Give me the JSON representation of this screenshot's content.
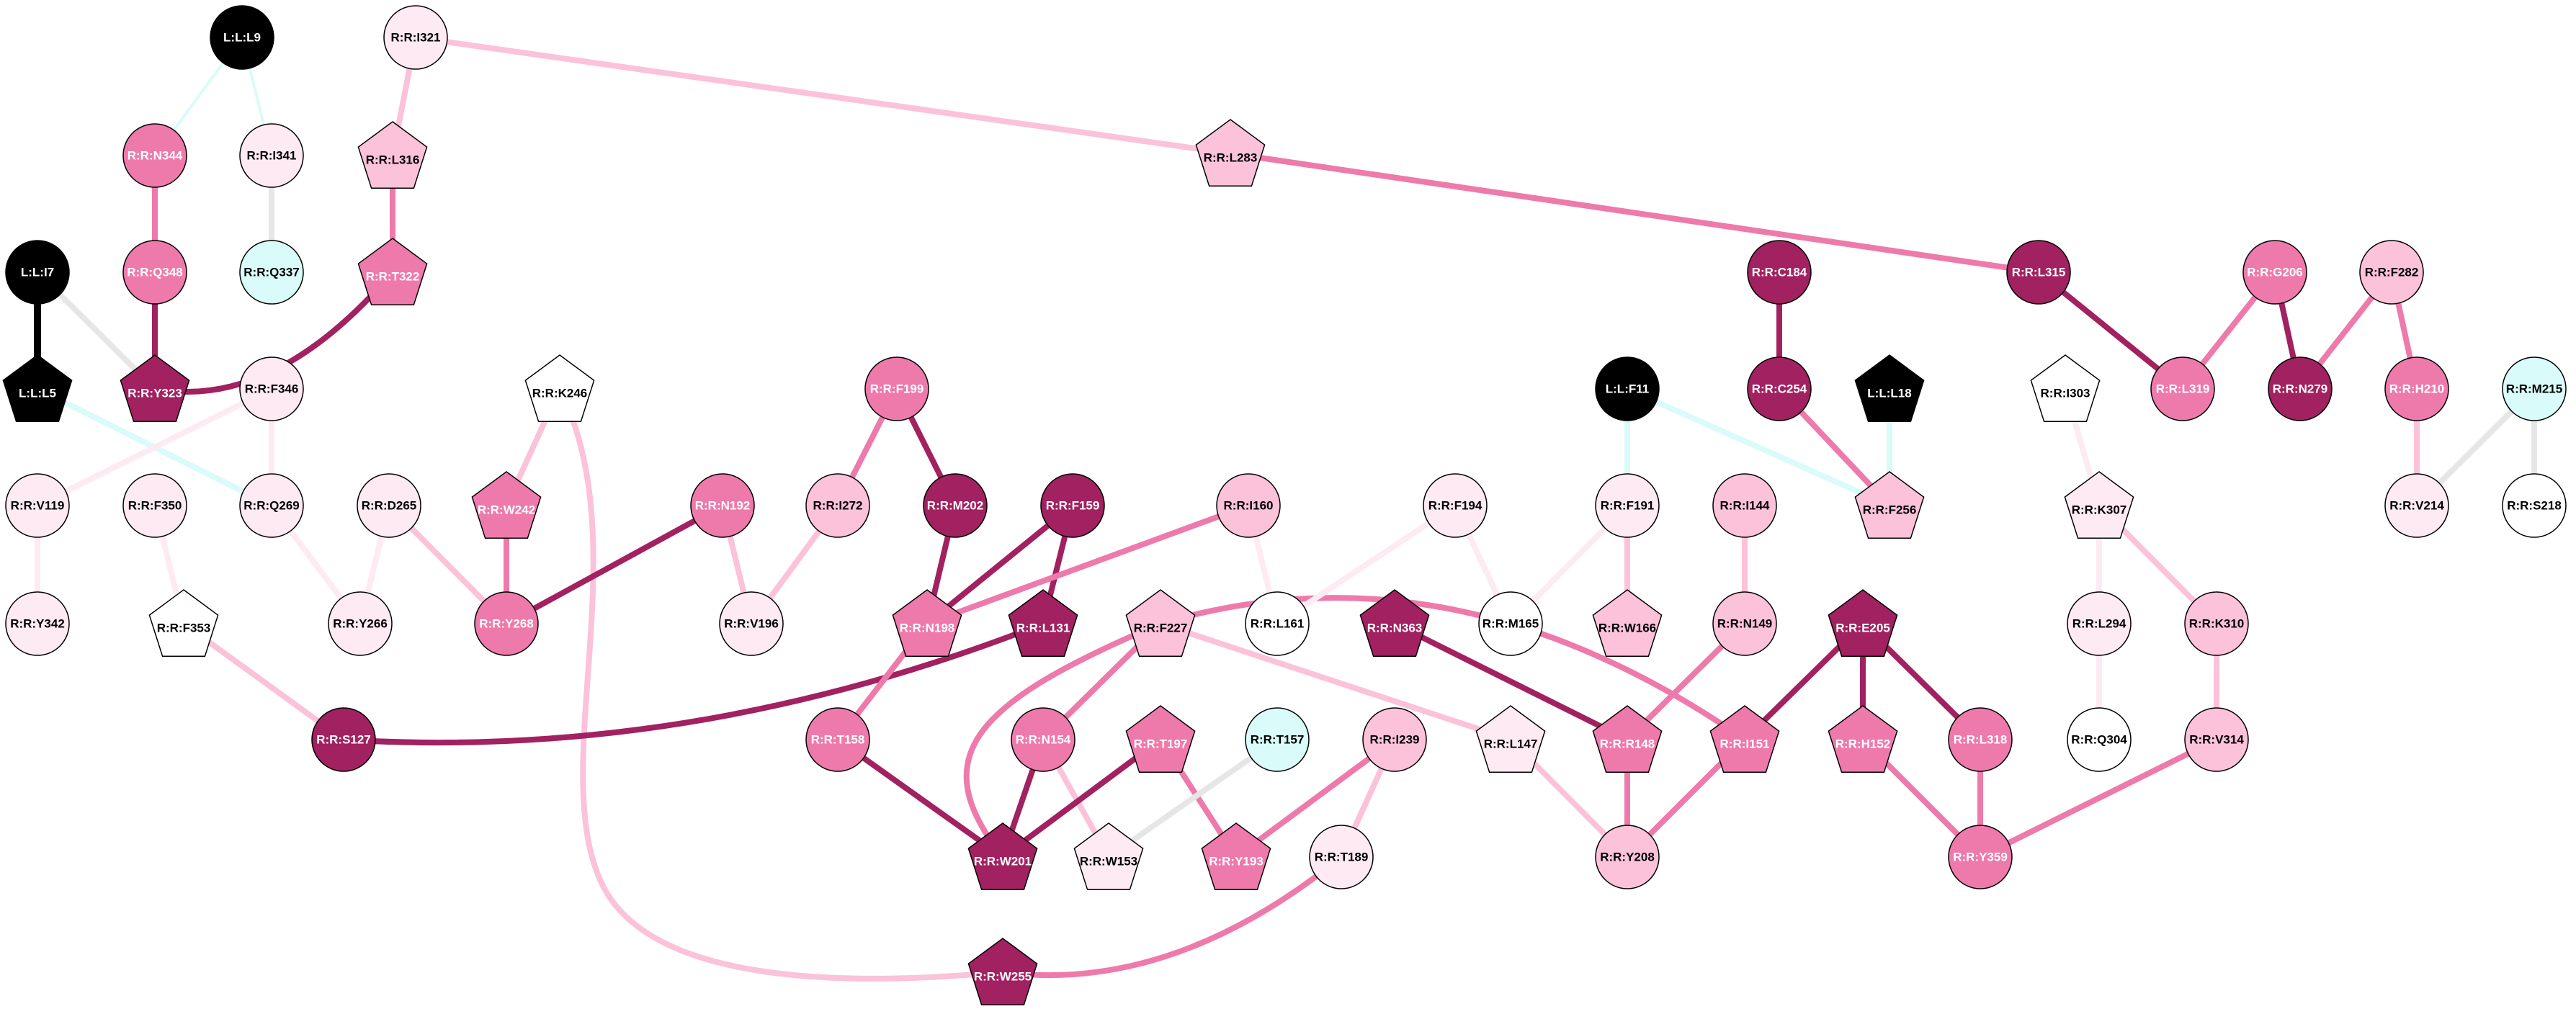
{
  "colors": {
    "black": "#000000",
    "deep": "#a22160",
    "strong": "#ee7aab",
    "medium": "#fbc2da",
    "light": "#fdeaf2",
    "white": "#ffffff",
    "cyan": "#d9fbf9",
    "edge_gray": "#e6e6e6",
    "edge_cyan": "#d9fbf9"
  },
  "nodes": [
    {
      "id": "L:L:L9",
      "label": "L:L:L9",
      "shape": "circle",
      "fill": "black"
    },
    {
      "id": "R:R:I321",
      "label": "R:R:I321",
      "shape": "circle",
      "fill": "light"
    },
    {
      "id": "R:R:N344",
      "label": "R:R:N344",
      "shape": "circle",
      "fill": "strong"
    },
    {
      "id": "R:R:I341",
      "label": "R:R:I341",
      "shape": "circle",
      "fill": "light"
    },
    {
      "id": "R:R:L316",
      "label": "R:R:L316",
      "shape": "pentagon",
      "fill": "medium"
    },
    {
      "id": "R:R:L283",
      "label": "R:R:L283",
      "shape": "pentagon",
      "fill": "medium"
    },
    {
      "id": "R:R:Q348",
      "label": "R:R:Q348",
      "shape": "circle",
      "fill": "strong"
    },
    {
      "id": "R:R:Q337",
      "label": "R:R:Q337",
      "shape": "circle",
      "fill": "cyan"
    },
    {
      "id": "R:R:T322",
      "label": "R:R:T322",
      "shape": "pentagon",
      "fill": "strong"
    },
    {
      "id": "L:L:I7",
      "label": "L:L:I7",
      "shape": "circle",
      "fill": "black"
    },
    {
      "id": "R:R:C184",
      "label": "R:R:C184",
      "shape": "circle",
      "fill": "deep"
    },
    {
      "id": "R:R:L315",
      "label": "R:R:L315",
      "shape": "circle",
      "fill": "deep"
    },
    {
      "id": "R:R:G206",
      "label": "R:R:G206",
      "shape": "circle",
      "fill": "strong"
    },
    {
      "id": "R:R:F282",
      "label": "R:R:F282",
      "shape": "circle",
      "fill": "medium"
    },
    {
      "id": "L:L:L5",
      "label": "L:L:L5",
      "shape": "pentagon",
      "fill": "black"
    },
    {
      "id": "R:R:Y323",
      "label": "R:R:Y323",
      "shape": "pentagon",
      "fill": "deep"
    },
    {
      "id": "R:R:F346",
      "label": "R:R:F346",
      "shape": "circle",
      "fill": "light"
    },
    {
      "id": "R:R:K246",
      "label": "R:R:K246",
      "shape": "pentagon",
      "fill": "white"
    },
    {
      "id": "R:R:F199",
      "label": "R:R:F199",
      "shape": "circle",
      "fill": "strong"
    },
    {
      "id": "L:L:F11",
      "label": "L:L:F11",
      "shape": "circle",
      "fill": "black"
    },
    {
      "id": "R:R:C254",
      "label": "R:R:C254",
      "shape": "circle",
      "fill": "deep"
    },
    {
      "id": "L:L:L18",
      "label": "L:L:L18",
      "shape": "pentagon",
      "fill": "black"
    },
    {
      "id": "R:R:I303",
      "label": "R:R:I303",
      "shape": "pentagon",
      "fill": "white"
    },
    {
      "id": "R:R:L319",
      "label": "R:R:L319",
      "shape": "circle",
      "fill": "strong"
    },
    {
      "id": "R:R:N279",
      "label": "R:R:N279",
      "shape": "circle",
      "fill": "deep"
    },
    {
      "id": "R:R:H210",
      "label": "R:R:H210",
      "shape": "circle",
      "fill": "strong"
    },
    {
      "id": "R:R:M215",
      "label": "R:R:M215",
      "shape": "circle",
      "fill": "cyan"
    },
    {
      "id": "R:R:V119",
      "label": "R:R:V119",
      "shape": "circle",
      "fill": "light"
    },
    {
      "id": "R:R:F350",
      "label": "R:R:F350",
      "shape": "circle",
      "fill": "light"
    },
    {
      "id": "R:R:Q269",
      "label": "R:R:Q269",
      "shape": "circle",
      "fill": "light"
    },
    {
      "id": "R:R:D265",
      "label": "R:R:D265",
      "shape": "circle",
      "fill": "light"
    },
    {
      "id": "R:R:W242",
      "label": "R:R:W242",
      "shape": "pentagon",
      "fill": "strong"
    },
    {
      "id": "R:R:N192",
      "label": "R:R:N192",
      "shape": "circle",
      "fill": "strong"
    },
    {
      "id": "R:R:I272",
      "label": "R:R:I272",
      "shape": "circle",
      "fill": "medium"
    },
    {
      "id": "R:R:M202",
      "label": "R:R:M202",
      "shape": "circle",
      "fill": "deep"
    },
    {
      "id": "R:R:F159",
      "label": "R:R:F159",
      "shape": "circle",
      "fill": "deep"
    },
    {
      "id": "R:R:I160",
      "label": "R:R:I160",
      "shape": "circle",
      "fill": "medium"
    },
    {
      "id": "R:R:F194",
      "label": "R:R:F194",
      "shape": "circle",
      "fill": "light"
    },
    {
      "id": "R:R:F191",
      "label": "R:R:F191",
      "shape": "circle",
      "fill": "light"
    },
    {
      "id": "R:R:I144",
      "label": "R:R:I144",
      "shape": "circle",
      "fill": "medium"
    },
    {
      "id": "R:R:F256",
      "label": "R:R:F256",
      "shape": "pentagon",
      "fill": "medium"
    },
    {
      "id": "R:R:K307",
      "label": "R:R:K307",
      "shape": "pentagon",
      "fill": "light"
    },
    {
      "id": "R:R:V214",
      "label": "R:R:V214",
      "shape": "circle",
      "fill": "light"
    },
    {
      "id": "R:R:S218",
      "label": "R:R:S218",
      "shape": "circle",
      "fill": "white"
    },
    {
      "id": "R:R:Y342",
      "label": "R:R:Y342",
      "shape": "circle",
      "fill": "light"
    },
    {
      "id": "R:R:F353",
      "label": "R:R:F353",
      "shape": "pentagon",
      "fill": "white"
    },
    {
      "id": "R:R:Y266",
      "label": "R:R:Y266",
      "shape": "circle",
      "fill": "light"
    },
    {
      "id": "R:R:Y268",
      "label": "R:R:Y268",
      "shape": "circle",
      "fill": "strong"
    },
    {
      "id": "R:R:V196",
      "label": "R:R:V196",
      "shape": "circle",
      "fill": "light"
    },
    {
      "id": "R:R:N198",
      "label": "R:R:N198",
      "shape": "pentagon",
      "fill": "strong"
    },
    {
      "id": "R:R:L131",
      "label": "R:R:L131",
      "shape": "pentagon",
      "fill": "deep"
    },
    {
      "id": "R:R:L161",
      "label": "R:R:L161",
      "shape": "circle",
      "fill": "white"
    },
    {
      "id": "R:R:M165",
      "label": "R:R:M165",
      "shape": "circle",
      "fill": "white"
    },
    {
      "id": "R:R:W166",
      "label": "R:R:W166",
      "shape": "pentagon",
      "fill": "medium"
    },
    {
      "id": "R:R:N149",
      "label": "R:R:N149",
      "shape": "circle",
      "fill": "medium"
    },
    {
      "id": "R:R:N363",
      "label": "R:R:N363",
      "shape": "pentagon",
      "fill": "deep"
    },
    {
      "id": "R:R:E205",
      "label": "R:R:E205",
      "shape": "pentagon",
      "fill": "deep"
    },
    {
      "id": "R:R:L294",
      "label": "R:R:L294",
      "shape": "circle",
      "fill": "light"
    },
    {
      "id": "R:R:K310",
      "label": "R:R:K310",
      "shape": "circle",
      "fill": "medium"
    },
    {
      "id": "R:R:F227",
      "label": "R:R:F227",
      "shape": "pentagon",
      "fill": "medium"
    },
    {
      "id": "R:R:S127",
      "label": "R:R:S127",
      "shape": "circle",
      "fill": "deep"
    },
    {
      "id": "R:R:T158",
      "label": "R:R:T158",
      "shape": "circle",
      "fill": "strong"
    },
    {
      "id": "R:R:N154",
      "label": "R:R:N154",
      "shape": "circle",
      "fill": "strong"
    },
    {
      "id": "R:R:T197",
      "label": "R:R:T197",
      "shape": "pentagon",
      "fill": "strong"
    },
    {
      "id": "R:R:T157",
      "label": "R:R:T157",
      "shape": "circle",
      "fill": "cyan"
    },
    {
      "id": "R:R:I239",
      "label": "R:R:I239",
      "shape": "circle",
      "fill": "medium"
    },
    {
      "id": "R:R:L147",
      "label": "R:R:L147",
      "shape": "pentagon",
      "fill": "light"
    },
    {
      "id": "R:R:R148",
      "label": "R:R:R148",
      "shape": "pentagon",
      "fill": "strong"
    },
    {
      "id": "R:R:I151",
      "label": "R:R:I151",
      "shape": "pentagon",
      "fill": "strong"
    },
    {
      "id": "R:R:H152",
      "label": "R:R:H152",
      "shape": "pentagon",
      "fill": "strong"
    },
    {
      "id": "R:R:L318",
      "label": "R:R:L318",
      "shape": "circle",
      "fill": "strong"
    },
    {
      "id": "R:R:Q304",
      "label": "R:R:Q304",
      "shape": "circle",
      "fill": "white"
    },
    {
      "id": "R:R:V314",
      "label": "R:R:V314",
      "shape": "circle",
      "fill": "medium"
    },
    {
      "id": "R:R:W201",
      "label": "R:R:W201",
      "shape": "pentagon",
      "fill": "deep"
    },
    {
      "id": "R:R:W153",
      "label": "R:R:W153",
      "shape": "pentagon",
      "fill": "light"
    },
    {
      "id": "R:R:Y193",
      "label": "R:R:Y193",
      "shape": "pentagon",
      "fill": "strong"
    },
    {
      "id": "R:R:T189",
      "label": "R:R:T189",
      "shape": "circle",
      "fill": "light"
    },
    {
      "id": "R:R:Y208",
      "label": "R:R:Y208",
      "shape": "circle",
      "fill": "medium"
    },
    {
      "id": "R:R:Y359",
      "label": "R:R:Y359",
      "shape": "circle",
      "fill": "strong"
    },
    {
      "id": "R:R:W255",
      "label": "R:R:W255",
      "shape": "pentagon",
      "fill": "deep"
    }
  ],
  "edges": [
    {
      "source": "L:L:L9",
      "target": "R:R:N344",
      "color": "edge_cyan",
      "weight": "thin"
    },
    {
      "source": "L:L:L9",
      "target": "R:R:I341",
      "color": "edge_cyan",
      "weight": "thin"
    },
    {
      "source": "R:R:N344",
      "target": "R:R:Q348",
      "color": "strong",
      "weight": "thick"
    },
    {
      "source": "R:R:I341",
      "target": "R:R:Q337",
      "color": "edge_gray",
      "weight": "thick"
    },
    {
      "source": "R:R:I321",
      "target": "R:R:L316",
      "color": "medium",
      "weight": "thick"
    },
    {
      "source": "R:R:I321",
      "target": "R:R:L283",
      "color": "medium",
      "weight": "thick"
    },
    {
      "source": "R:R:L316",
      "target": "R:R:T322",
      "color": "strong",
      "weight": "thick"
    },
    {
      "source": "R:R:L283",
      "target": "R:R:L315",
      "color": "strong",
      "weight": "thick"
    },
    {
      "source": "R:R:Q348",
      "target": "R:R:Y323",
      "color": "deep",
      "weight": "thick"
    },
    {
      "source": "R:R:T322",
      "target": "R:R:Y323",
      "color": "deep",
      "weight": "thick",
      "curve": "down"
    },
    {
      "source": "L:L:I7",
      "target": "L:L:L5",
      "color": "black",
      "weight": "heavy"
    },
    {
      "source": "L:L:I7",
      "target": "R:R:Y323",
      "color": "edge_gray",
      "weight": "thick"
    },
    {
      "source": "L:L:L5",
      "target": "R:R:Q269",
      "color": "edge_cyan",
      "weight": "thick"
    },
    {
      "source": "R:R:F346",
      "target": "R:R:V119",
      "color": "light",
      "weight": "thick"
    },
    {
      "source": "R:R:F346",
      "target": "R:R:Q269",
      "color": "light",
      "weight": "thick"
    },
    {
      "source": "R:R:V119",
      "target": "R:R:Y342",
      "color": "light",
      "weight": "thick"
    },
    {
      "source": "R:R:F350",
      "target": "R:R:F353",
      "color": "light",
      "weight": "thick"
    },
    {
      "source": "R:R:F353",
      "target": "R:R:S127",
      "color": "medium",
      "weight": "thick"
    },
    {
      "source": "R:R:Q269",
      "target": "R:R:Y266",
      "color": "light",
      "weight": "thick"
    },
    {
      "source": "R:R:D265",
      "target": "R:R:Y266",
      "color": "light",
      "weight": "thick"
    },
    {
      "source": "R:R:D265",
      "target": "R:R:Y268",
      "color": "medium",
      "weight": "thick"
    },
    {
      "source": "R:R:K246",
      "target": "R:R:W242",
      "color": "medium",
      "weight": "thick"
    },
    {
      "source": "R:R:K246",
      "target": "R:R:W255",
      "color": "medium",
      "weight": "thick",
      "curve": "long"
    },
    {
      "source": "R:R:W242",
      "target": "R:R:Y268",
      "color": "strong",
      "weight": "thick"
    },
    {
      "source": "R:R:N192",
      "target": "R:R:Y268",
      "color": "deep",
      "weight": "thick"
    },
    {
      "source": "R:R:N192",
      "target": "R:R:V196",
      "color": "medium",
      "weight": "thick"
    },
    {
      "source": "R:R:I272",
      "target": "R:R:V196",
      "color": "medium",
      "weight": "thick"
    },
    {
      "source": "R:R:F199",
      "target": "R:R:I272",
      "color": "strong",
      "weight": "thick"
    },
    {
      "source": "R:R:F199",
      "target": "R:R:M202",
      "color": "deep",
      "weight": "thick"
    },
    {
      "source": "R:R:M202",
      "target": "R:R:N198",
      "color": "deep",
      "weight": "thick"
    },
    {
      "source": "R:R:F159",
      "target": "R:R:N198",
      "color": "deep",
      "weight": "thick"
    },
    {
      "source": "R:R:F159",
      "target": "R:R:L131",
      "color": "deep",
      "weight": "thick"
    },
    {
      "source": "R:R:I160",
      "target": "R:R:N198",
      "color": "strong",
      "weight": "thick"
    },
    {
      "source": "R:R:I160",
      "target": "R:R:L161",
      "color": "light",
      "weight": "thick"
    },
    {
      "source": "R:R:L131",
      "target": "R:R:S127",
      "color": "deep",
      "weight": "thick",
      "curve": "down"
    },
    {
      "source": "R:R:N198",
      "target": "R:R:T158",
      "color": "strong",
      "weight": "thick"
    },
    {
      "source": "R:R:T158",
      "target": "R:R:W201",
      "color": "deep",
      "weight": "thick"
    },
    {
      "source": "R:R:F227",
      "target": "R:R:N154",
      "color": "strong",
      "weight": "thick"
    },
    {
      "source": "R:R:F227",
      "target": "R:R:W201",
      "color": "strong",
      "weight": "thick",
      "curve": "left"
    },
    {
      "source": "R:R:F227",
      "target": "R:R:L147",
      "color": "medium",
      "weight": "thick"
    },
    {
      "source": "R:R:F227",
      "target": "R:R:I151",
      "color": "strong",
      "weight": "thick",
      "curve": "up"
    },
    {
      "source": "R:R:N154",
      "target": "R:R:W201",
      "color": "deep",
      "weight": "thick"
    },
    {
      "source": "R:R:N154",
      "target": "R:R:W153",
      "color": "medium",
      "weight": "thick"
    },
    {
      "source": "R:R:T197",
      "target": "R:R:W201",
      "color": "deep",
      "weight": "thick"
    },
    {
      "source": "R:R:T197",
      "target": "R:R:Y193",
      "color": "strong",
      "weight": "thick"
    },
    {
      "source": "R:R:T157",
      "target": "R:R:W153",
      "color": "edge_gray",
      "weight": "thick"
    },
    {
      "source": "R:R:I239",
      "target": "R:R:Y193",
      "color": "strong",
      "weight": "thick"
    },
    {
      "source": "R:R:I239",
      "target": "R:R:T189",
      "color": "medium",
      "weight": "thick"
    },
    {
      "source": "R:R:T189",
      "target": "R:R:W255",
      "color": "strong",
      "weight": "thick",
      "curve": "down"
    },
    {
      "source": "R:R:F194",
      "target": "R:R:L161",
      "color": "light",
      "weight": "thick"
    },
    {
      "source": "R:R:F191",
      "target": "R:R:M165",
      "color": "light",
      "weight": "thick"
    },
    {
      "source": "R:R:F191",
      "target": "R:R:W166",
      "color": "medium",
      "weight": "thick"
    },
    {
      "source": "L:L:F11",
      "target": "R:R:F191",
      "color": "edge_cyan",
      "weight": "thick"
    },
    {
      "source": "L:L:F11",
      "target": "R:R:F256",
      "color": "edge_cyan",
      "weight": "thick"
    },
    {
      "source": "L:L:L18",
      "target": "R:R:F256",
      "color": "edge_cyan",
      "weight": "thick"
    },
    {
      "source": "R:R:C184",
      "target": "R:R:C254",
      "color": "deep",
      "weight": "thick"
    },
    {
      "source": "R:R:C254",
      "target": "R:R:F256",
      "color": "strong",
      "weight": "thick"
    },
    {
      "source": "R:R:F194",
      "target": "R:R:M165",
      "color": "light",
      "weight": "thick"
    },
    {
      "source": "R:R:I144",
      "target": "R:R:N149",
      "color": "medium",
      "weight": "thick"
    },
    {
      "source": "R:R:N149",
      "target": "R:R:R148",
      "color": "strong",
      "weight": "thick"
    },
    {
      "source": "R:R:N363",
      "target": "R:R:R148",
      "color": "deep",
      "weight": "thick"
    },
    {
      "source": "R:R:R148",
      "target": "R:R:Y208",
      "color": "strong",
      "weight": "thick"
    },
    {
      "source": "R:R:L147",
      "target": "R:R:Y208",
      "color": "medium",
      "weight": "thick"
    },
    {
      "source": "R:R:I151",
      "target": "R:R:Y208",
      "color": "strong",
      "weight": "thick"
    },
    {
      "source": "R:R:E205",
      "target": "R:R:I151",
      "color": "deep",
      "weight": "thick"
    },
    {
      "source": "R:R:E205",
      "target": "R:R:H152",
      "color": "deep",
      "weight": "thick"
    },
    {
      "source": "R:R:E205",
      "target": "R:R:L318",
      "color": "deep",
      "weight": "thick"
    },
    {
      "source": "R:R:H152",
      "target": "R:R:Y359",
      "color": "strong",
      "weight": "thick"
    },
    {
      "source": "R:R:L318",
      "target": "R:R:Y359",
      "color": "strong",
      "weight": "thick"
    },
    {
      "source": "R:R:V314",
      "target": "R:R:Y359",
      "color": "strong",
      "weight": "thick"
    },
    {
      "source": "R:R:K310",
      "target": "R:R:V314",
      "color": "medium",
      "weight": "thick"
    },
    {
      "source": "R:R:K307",
      "target": "R:R:K310",
      "color": "medium",
      "weight": "thick"
    },
    {
      "source": "R:R:K307",
      "target": "R:R:L294",
      "color": "light",
      "weight": "thick"
    },
    {
      "source": "R:R:I303",
      "target": "R:R:K307",
      "color": "light",
      "weight": "thick"
    },
    {
      "source": "R:R:L294",
      "target": "R:R:Q304",
      "color": "light",
      "weight": "thick"
    },
    {
      "source": "R:R:L315",
      "target": "R:R:L319",
      "color": "deep",
      "weight": "thick"
    },
    {
      "source": "R:R:G206",
      "target": "R:R:L319",
      "color": "strong",
      "weight": "thick"
    },
    {
      "source": "R:R:G206",
      "target": "R:R:N279",
      "color": "deep",
      "weight": "thick"
    },
    {
      "source": "R:R:F282",
      "target": "R:R:N279",
      "color": "strong",
      "weight": "thick"
    },
    {
      "source": "R:R:F282",
      "target": "R:R:H210",
      "color": "strong",
      "weight": "thick"
    },
    {
      "source": "R:R:H210",
      "target": "R:R:V214",
      "color": "medium",
      "weight": "thick"
    },
    {
      "source": "R:R:M215",
      "target": "R:R:V214",
      "color": "edge_gray",
      "weight": "thick"
    },
    {
      "source": "R:R:M215",
      "target": "R:R:S218",
      "color": "edge_gray",
      "weight": "thick"
    }
  ]
}
